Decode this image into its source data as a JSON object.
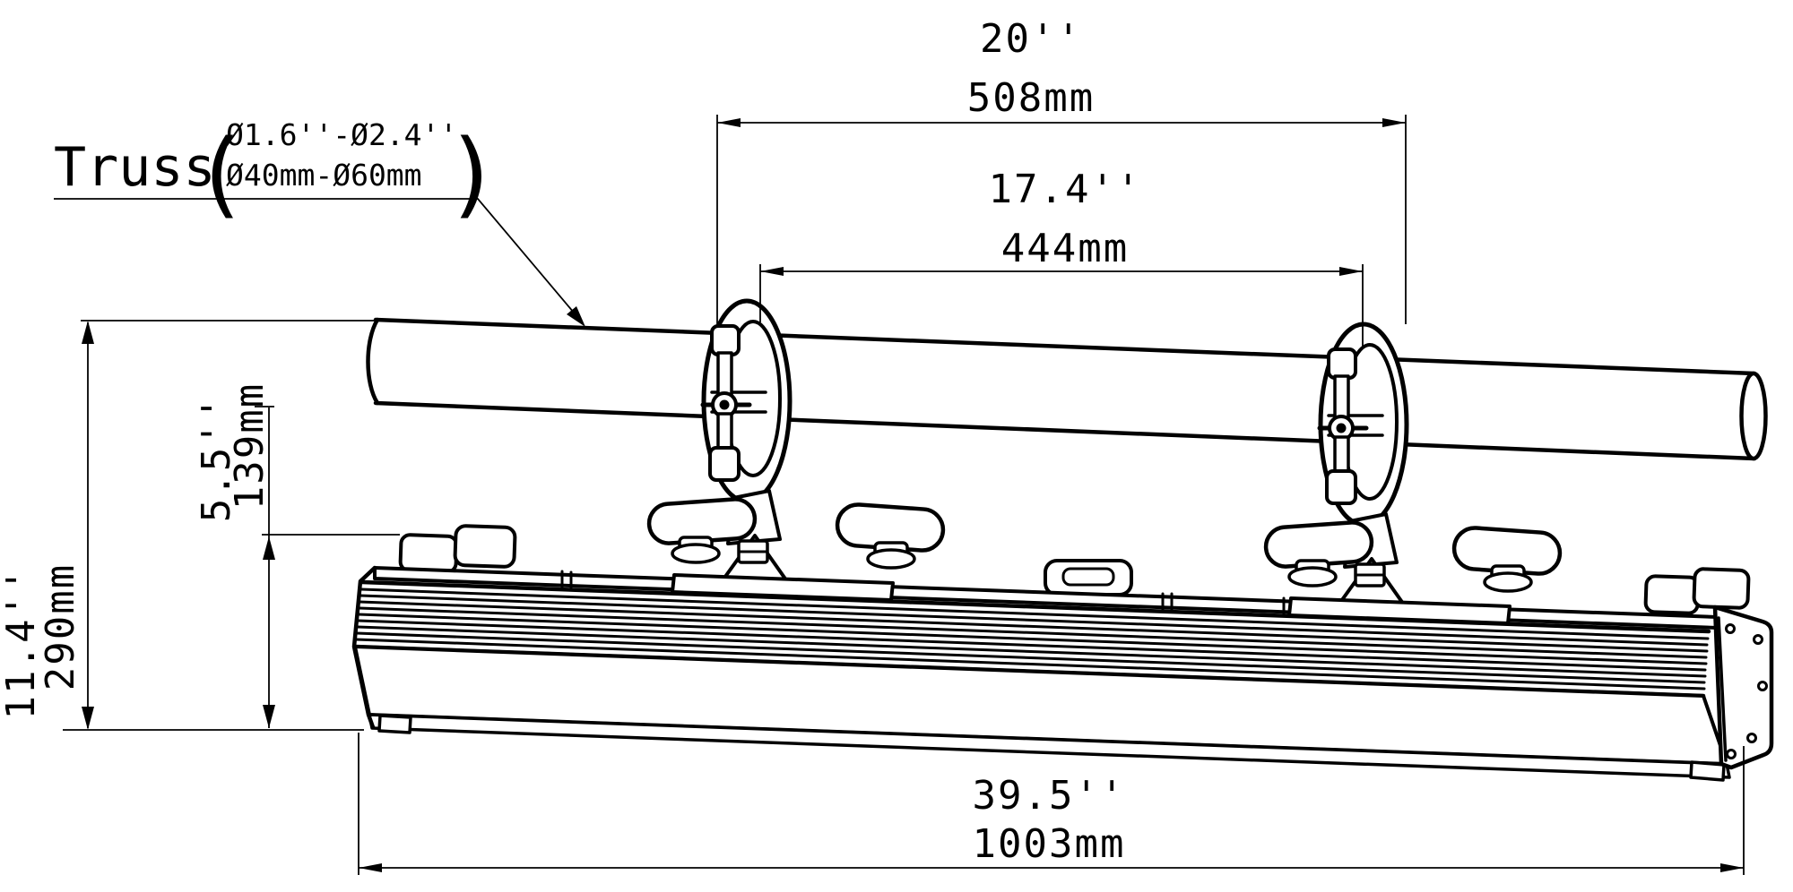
{
  "truss_callout": {
    "prefix": "Truss",
    "open_paren": "(",
    "range_inches": "Ø1.6''-Ø2.4''",
    "range_mm": "Ø40mm-Ø60mm",
    "close_paren": ")"
  },
  "dimensions": {
    "clamp_outer_span": {
      "inches": "20''",
      "mm": "508mm"
    },
    "clamp_inner_span": {
      "inches": "17.4''",
      "mm": "444mm"
    },
    "overall_height": {
      "inches": "11.4''",
      "mm": "290mm"
    },
    "fixture_height": {
      "inches": "5.5''",
      "mm": "139mm"
    },
    "overall_length": {
      "inches": "39.5''",
      "mm": "1003mm"
    }
  },
  "colors": {
    "line": "#000000",
    "background": "#ffffff"
  }
}
